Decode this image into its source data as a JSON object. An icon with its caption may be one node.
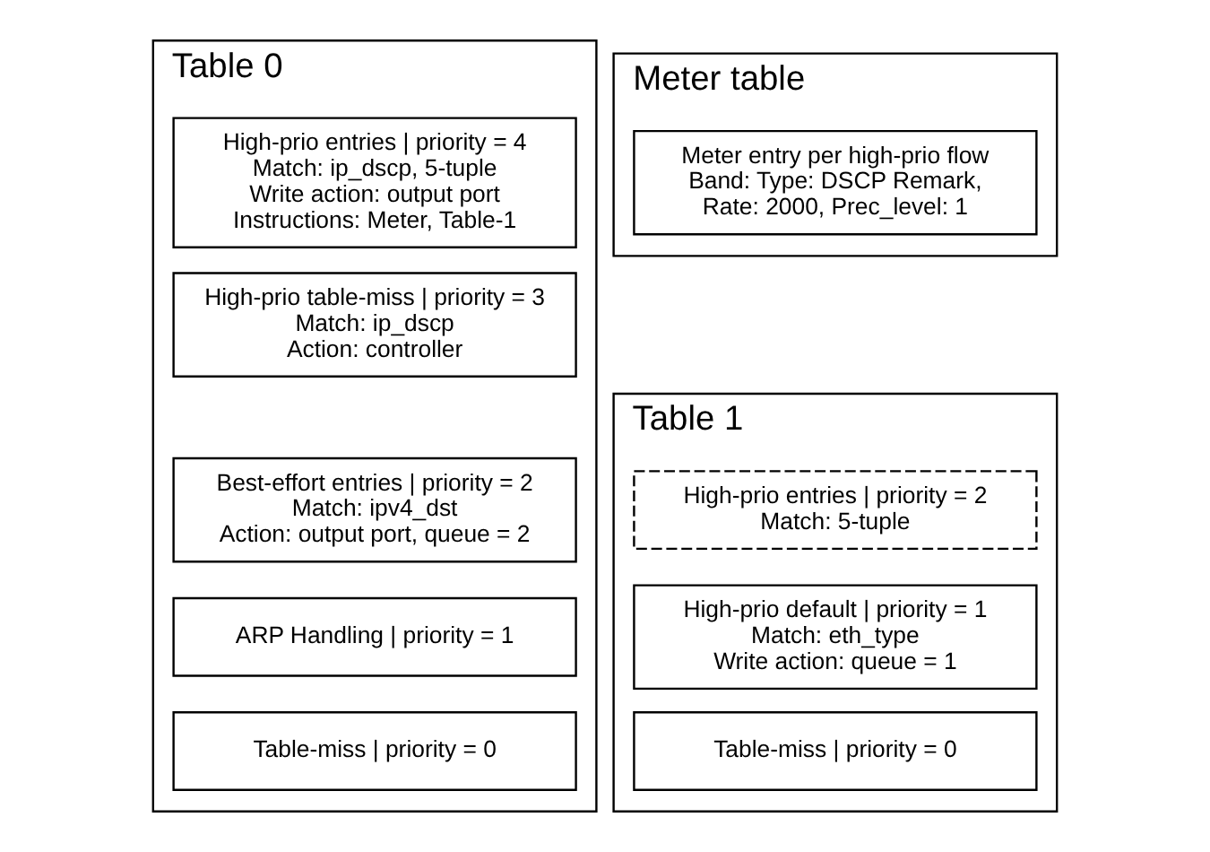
{
  "diagram": {
    "nodes": [
      {
        "text": [
          "Table 0"
        ]
      },
      {
        "text": [
          "High-prio entries | priority = 4",
          "Match: ip_dscp, 5-tuple",
          "Write action: output port",
          "Instructions: Meter, Table-1"
        ],
        "in": 0
      },
      {
        "text": [
          "High-prio table-miss | priority = 3",
          "Match: ip_dscp",
          "Action: controller"
        ],
        "in": 0
      },
      {
        "text": [
          "Best-effort entries | priority = 2",
          "Match: ipv4_dst",
          "Action: output port, queue = 2"
        ],
        "in": 0
      },
      {
        "text": [
          "ARP Handling | priority = 1"
        ],
        "in": 0
      },
      {
        "text": [
          "Table-miss | priority = 0"
        ],
        "in": 0
      },
      {
        "text": [
          "Meter table"
        ]
      },
      {
        "text": [
          "Meter entry per high-prio flow",
          "Band: Type: DSCP Remark,",
          "Rate: 2000, Prec_level: 1"
        ],
        "in": 6
      },
      {
        "text": [
          "Table 1"
        ]
      },
      {
        "text": [
          "High-prio entries | priority = 2",
          "Match: 5-tuple"
        ],
        "in": 8
      },
      {
        "text": [
          "High-prio default | priority = 1",
          "Match: eth_type",
          "Write action: queue = 1"
        ],
        "in": 8
      },
      {
        "text": [
          "Table-miss | priority = 0"
        ],
        "in": 8
      }
    ],
    "edges": []
  }
}
